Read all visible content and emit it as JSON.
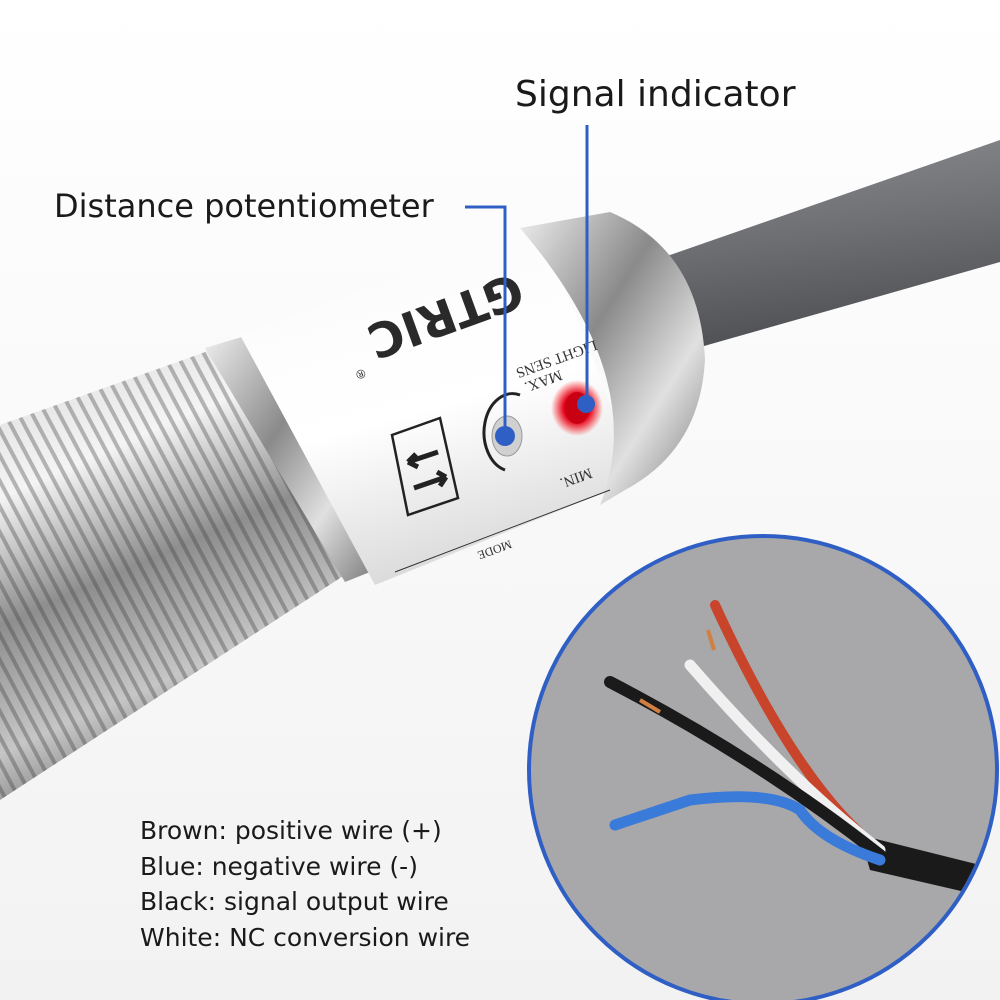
{
  "callouts": {
    "signal_indicator": "Signal indicator",
    "distance_potentiometer": "Distance potentiometer"
  },
  "sensor_labels": {
    "brand": "GTRIC",
    "registered": "®",
    "max": "MAX.",
    "light_sens": "LIGHT SENS",
    "min": "MIN.",
    "mode": "MODE"
  },
  "wire_legend": [
    "Brown: positive wire (+)",
    "Blue: negative wire (-)",
    "Black: signal output wire",
    "White: NC conversion wire"
  ],
  "colors": {
    "accent_blue": "#2f5fc4",
    "led_red": "#e8001a",
    "wire_brown": "#c8442a",
    "wire_blue": "#3a7ad8",
    "inset_bg": "#a8a8aa"
  }
}
